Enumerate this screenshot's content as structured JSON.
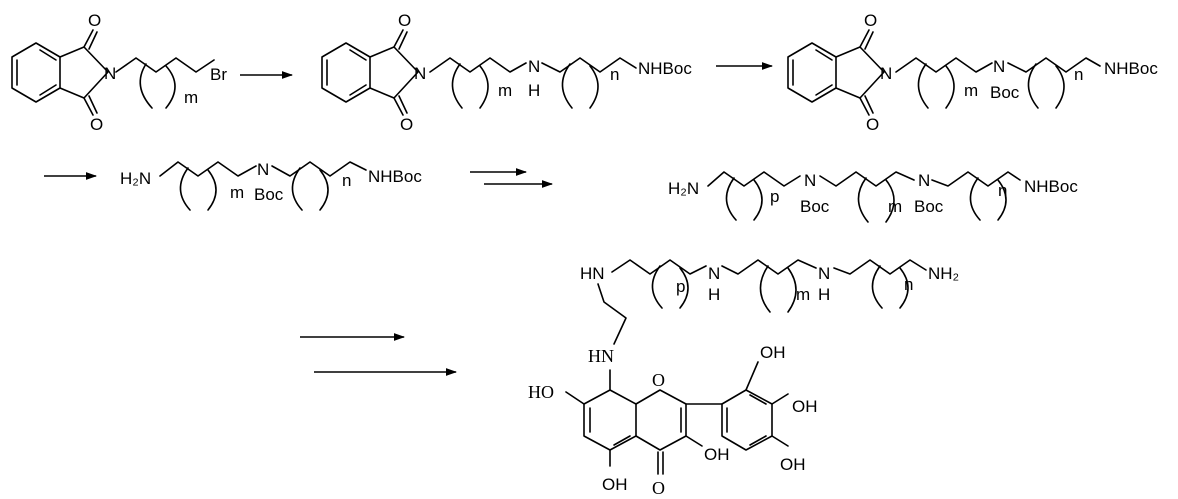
{
  "labels": {
    "o": "O",
    "n": "N",
    "br": "Br",
    "m": "m",
    "n_idx": "n",
    "p": "p",
    "h": "H",
    "nhboc": "NHBoc",
    "boc": "Boc",
    "h2n": "H₂N",
    "hn": "HN",
    "nh2": "NH₂",
    "oh": "OH",
    "ho": "HO"
  }
}
